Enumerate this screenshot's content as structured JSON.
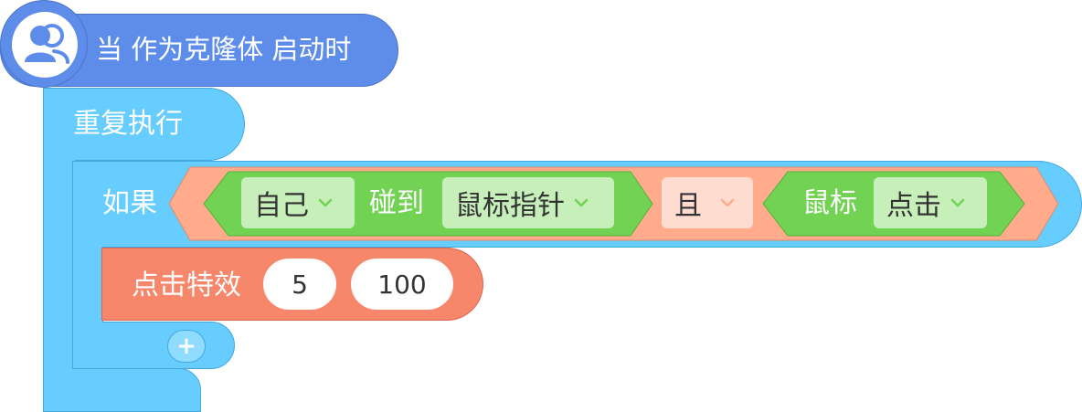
{
  "hat": {
    "label": "当 作为克隆体 启动时",
    "icon": "clone-users-icon"
  },
  "loop": {
    "label": "重复执行"
  },
  "if_block": {
    "label": "如果",
    "condition": {
      "touch": {
        "target_value": "自己",
        "verb": "碰到",
        "object_value": "鼠标指针"
      },
      "operator_value": "且",
      "mouse": {
        "label": "鼠标",
        "event_value": "点击"
      }
    }
  },
  "effect": {
    "label": "点击特效",
    "param1": "5",
    "param2": "100"
  },
  "add_button": {
    "label": "+"
  },
  "colors": {
    "event": "#5d8de8",
    "control": "#67ccfe",
    "operator": "#ffab8c",
    "sensing": "#71d253",
    "effect": "#f7876b"
  }
}
